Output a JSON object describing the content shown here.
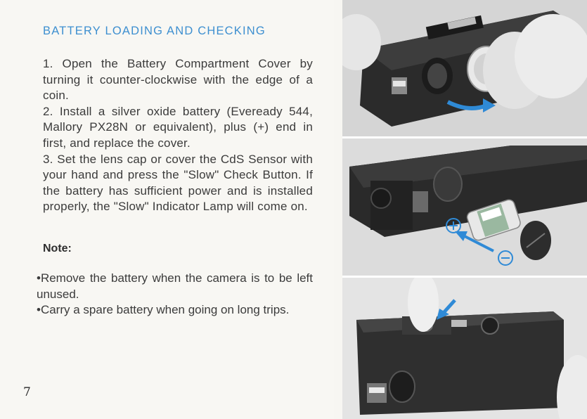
{
  "heading": "BATTERY LOADING AND CHECKING",
  "steps": [
    "1. Open the Battery Compartment Cover by turning it counter-clockwise with the edge of a coin.",
    "2. Install a silver oxide battery (Eveready 544, Mallory PX28N or equivalent), plus (+) end in first, and replace the cover.",
    "3. Set the lens cap or cover the CdS Sensor with your hand and press the \"Slow\" Check Button. If the battery has sufficient power and is installed properly, the \"Slow\" Indicator Lamp will come on."
  ],
  "note_title": "Note:",
  "notes": [
    "•Remove the battery when the camera is to be left unused.",
    "•Carry a spare battery when going on long trips."
  ],
  "page_number": "7",
  "photos": [
    {
      "icon": "camera-coin-photo"
    },
    {
      "icon": "camera-battery-photo",
      "plus_label": "+",
      "minus_label": "−"
    },
    {
      "icon": "camera-check-button-photo"
    }
  ],
  "colors": {
    "heading": "#3d8fd0",
    "arrow": "#2f8ad6",
    "camera_body": "#2b2b2b"
  }
}
